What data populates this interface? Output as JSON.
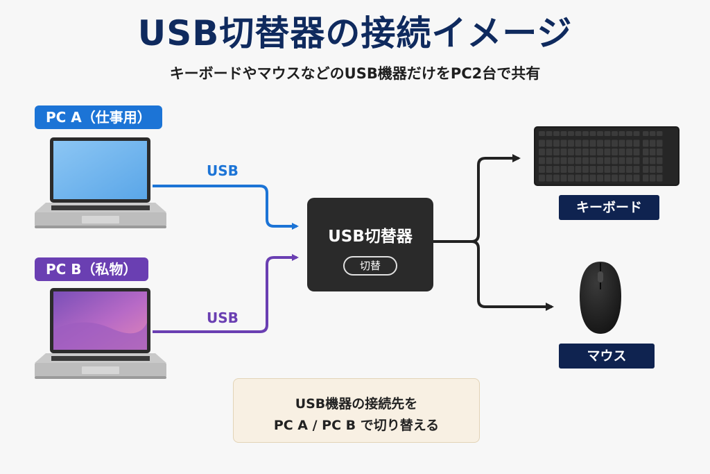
{
  "title": "USB切替器の接続イメージ",
  "subtitle": "キーボードやマウスなどのUSB機器だけをPC2台で共有",
  "pc_a": {
    "label": "PC A（仕事用）",
    "usb": "USB",
    "color": "#1c74d6"
  },
  "pc_b": {
    "label": "PC B（私物）",
    "usb": "USB",
    "color": "#6a3fb2"
  },
  "switch": {
    "title": "USB切替器",
    "button": "切替"
  },
  "devices": {
    "keyboard": "キーボード",
    "mouse": "マウス"
  },
  "note": {
    "line1": "USB機器の接続先を",
    "line2": "PC A / PC B で切り替える"
  },
  "colors": {
    "title": "#0f2a5e",
    "switch": "#2a2a2a",
    "device_label": "#0f2350",
    "note_bg": "#f8f0e3"
  }
}
